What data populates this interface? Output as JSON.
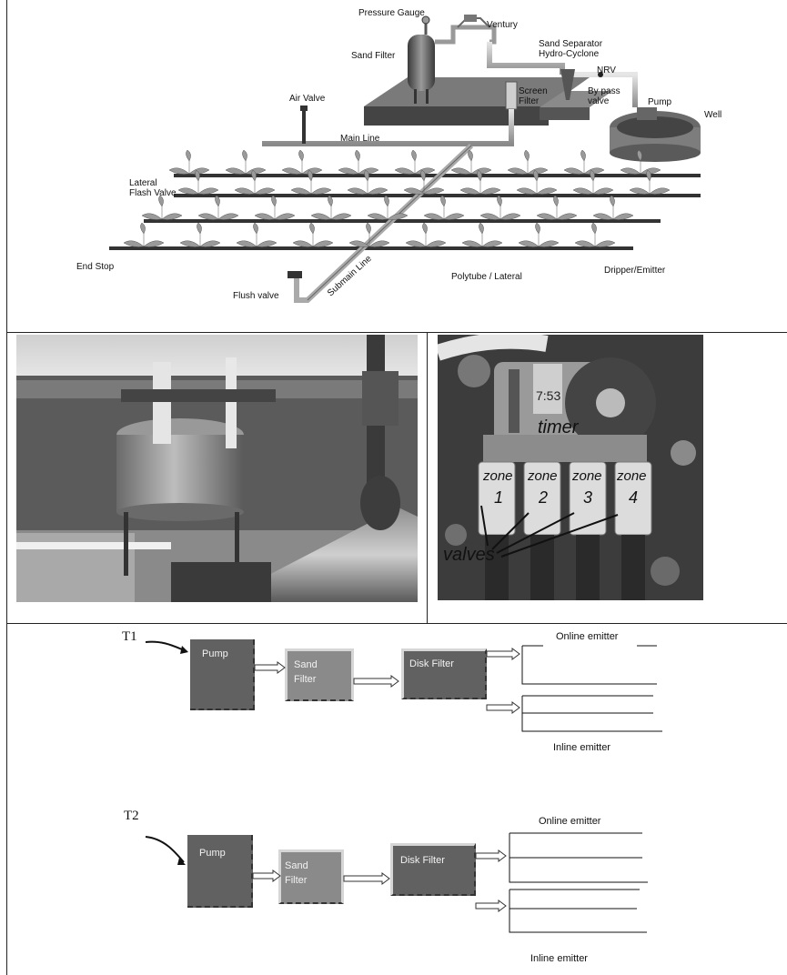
{
  "diagram": {
    "labels": {
      "pressure_gauge": "Pressure Gauge",
      "ventury": "Ventury",
      "sand_filter": "Sand Filter",
      "sand_separator": "Sand Separator",
      "hydro_cyclone": "Hydro-Cyclone",
      "nrv": "NRV",
      "by_pass_valve_1": "By pass",
      "by_pass_valve_2": "valve",
      "pump": "Pump",
      "well": "Well",
      "screen_filter_1": "Screen",
      "screen_filter_2": "Filter",
      "air_valve": "Air Valve",
      "main_line": "Main Line",
      "lateral_1": "Lateral",
      "lateral_2": "Flash Valve",
      "end_stop": "End Stop",
      "polytube": "Polytube / Lateral",
      "dripper": "Dripper/Emitter",
      "flush_valve": "Flush valve",
      "submain_line": "Submain Line"
    }
  },
  "photos": {
    "timer_photo": {
      "timer": "timer",
      "zones": [
        "zone\n1",
        "zone\n2",
        "zone\n3",
        "zone\n4"
      ],
      "valves": "valves",
      "display": "7:53"
    }
  },
  "treatments": [
    {
      "id": "T1",
      "pump": "Pump",
      "sand_filter": "Sand\nFilter",
      "disk_filter": "Disk Filter",
      "online_emitter": "Online emitter",
      "inline_emitter": "Inline emitter"
    },
    {
      "id": "T2",
      "pump": "Pump",
      "sand_filter": "Sand\nFilter",
      "disk_filter": "Disk Filter",
      "online_emitter": "Online emitter",
      "inline_emitter": "Inline emitter"
    }
  ],
  "colors": {
    "box_dark": "#616161",
    "box_mid": "#8a8a8a",
    "frame": "#222222"
  }
}
